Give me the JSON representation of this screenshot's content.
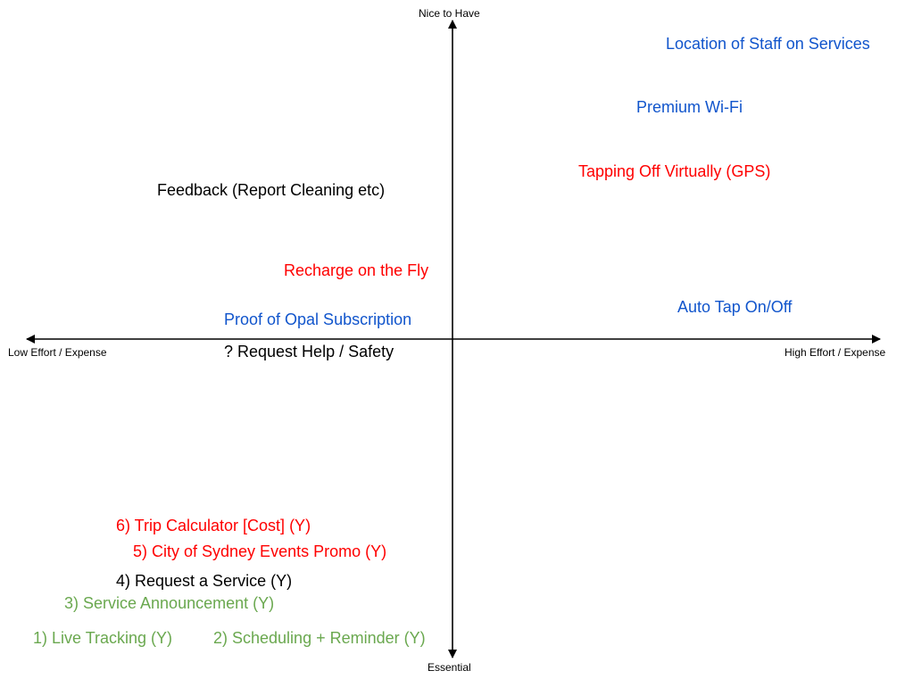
{
  "colors": {
    "axis": "#000000",
    "blue": "#1155cc",
    "red": "#ff0000",
    "black": "#000000",
    "green": "#6aa84f"
  },
  "axes": {
    "top": "Nice to Have",
    "bottom": "Essential",
    "left": "Low Effort / Expense",
    "right": "High Effort / Expense"
  },
  "items": [
    {
      "key": "location-of-staff",
      "label": "Location of Staff on Services",
      "color": "blue"
    },
    {
      "key": "premium-wifi",
      "label": "Premium Wi-Fi",
      "color": "blue"
    },
    {
      "key": "tapping-off-virtually",
      "label": "Tapping Off Virtually (GPS)",
      "color": "red"
    },
    {
      "key": "feedback",
      "label": "Feedback (Report Cleaning etc)",
      "color": "black"
    },
    {
      "key": "recharge-on-the-fly",
      "label": "Recharge on the Fly",
      "color": "red"
    },
    {
      "key": "proof-of-opal",
      "label": "Proof of Opal Subscription",
      "color": "blue"
    },
    {
      "key": "auto-tap",
      "label": "Auto Tap On/Off",
      "color": "blue"
    },
    {
      "key": "request-help",
      "label": "? Request Help / Safety",
      "color": "black"
    },
    {
      "key": "trip-calculator",
      "label": "6) Trip Calculator [Cost] (Y)",
      "color": "red"
    },
    {
      "key": "city-events-promo",
      "label": "5) City of Sydney Events Promo (Y)",
      "color": "red"
    },
    {
      "key": "request-service",
      "label": "4) Request a Service (Y)",
      "color": "black"
    },
    {
      "key": "service-announcement",
      "label": "3) Service Announcement (Y)",
      "color": "green"
    },
    {
      "key": "live-tracking",
      "label": "1) Live Tracking (Y)",
      "color": "green"
    },
    {
      "key": "scheduling-reminder",
      "label": "2) Scheduling + Reminder (Y)",
      "color": "green"
    }
  ]
}
